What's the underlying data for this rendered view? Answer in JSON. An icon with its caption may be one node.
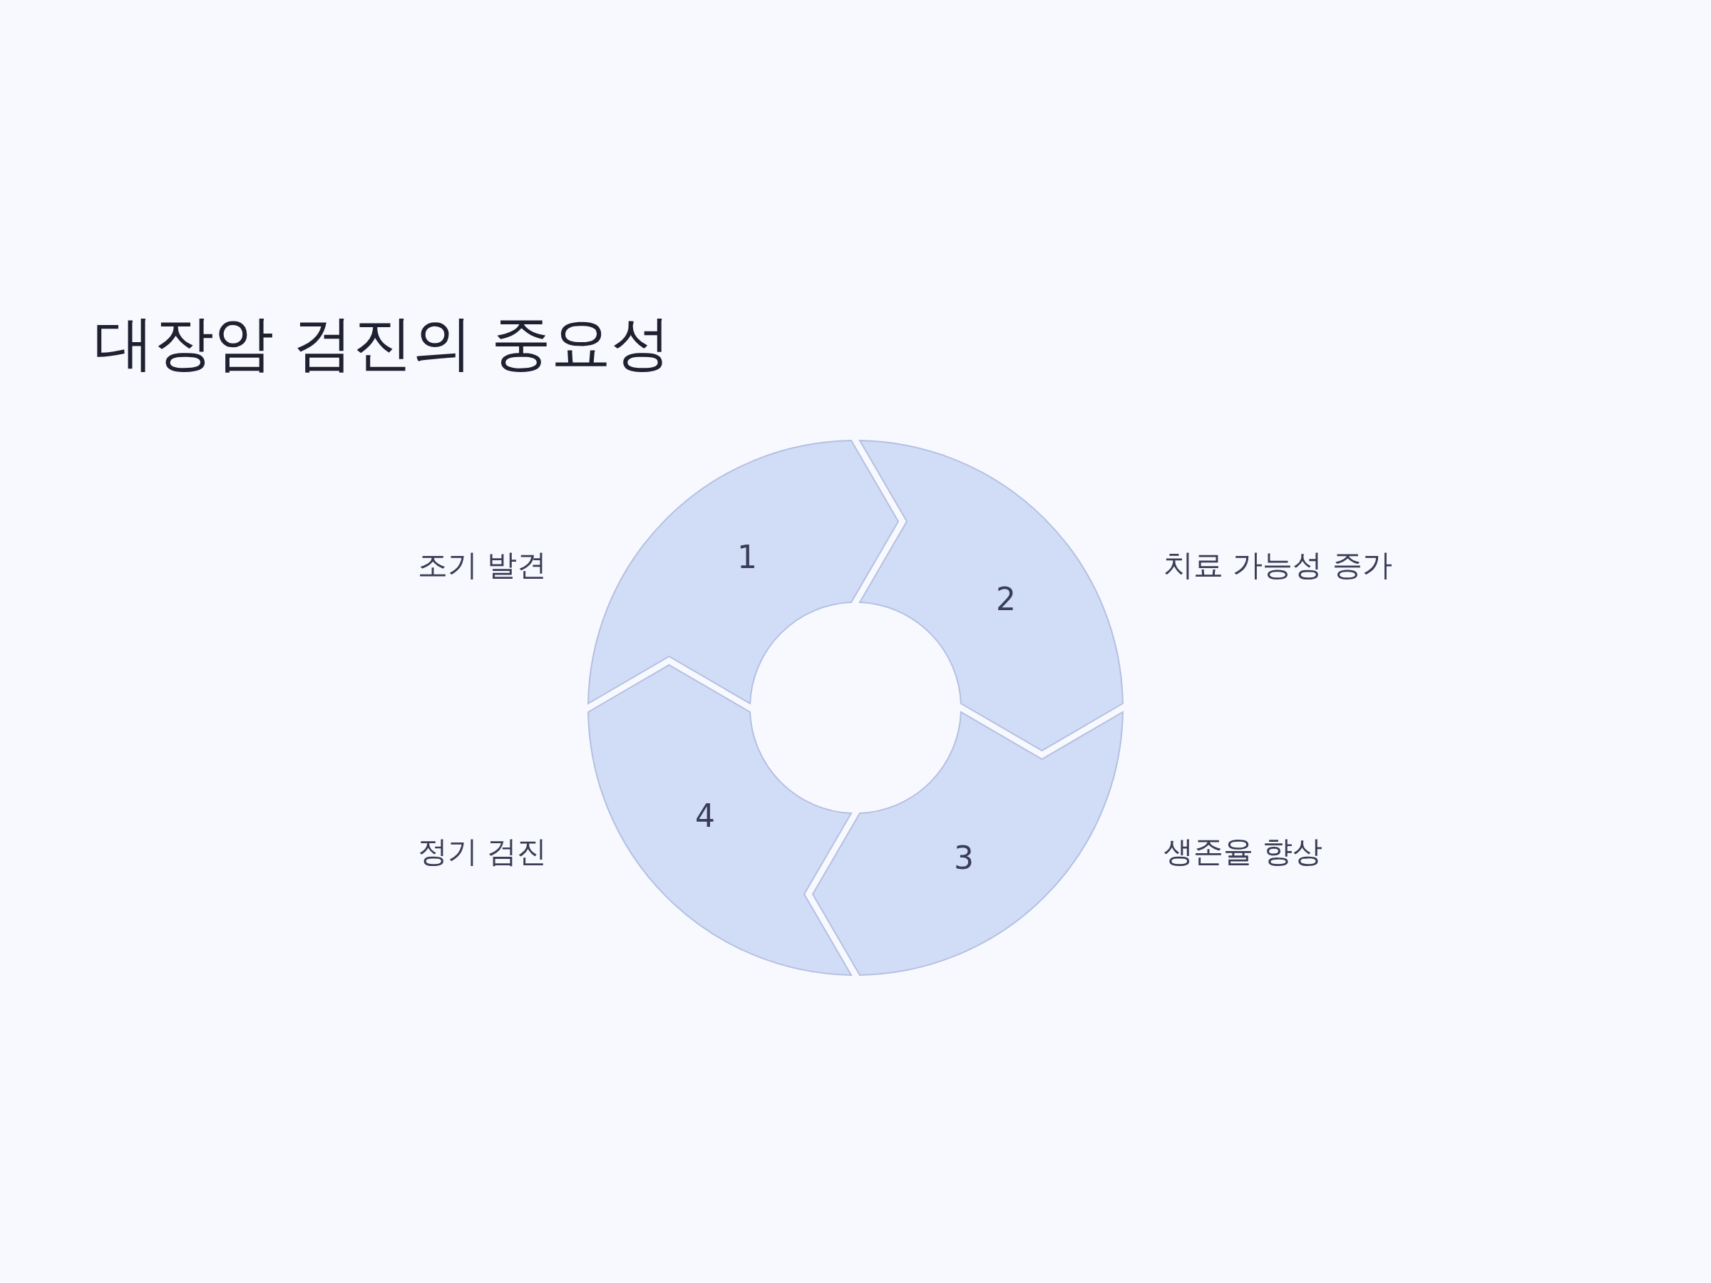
{
  "diagram": {
    "title": "대장암 검진의 중요성",
    "nodes": [
      {
        "text": [
          "1"
        ],
        "beside": [
          "조기 발견"
        ]
      },
      {
        "text": [
          "2"
        ],
        "beside": [
          "치료 가능성 증가"
        ]
      },
      {
        "text": [
          "3"
        ],
        "beside": [
          "생존율 향상"
        ]
      },
      {
        "text": [
          "4"
        ],
        "beside": [
          "정기 검진"
        ]
      }
    ]
  }
}
